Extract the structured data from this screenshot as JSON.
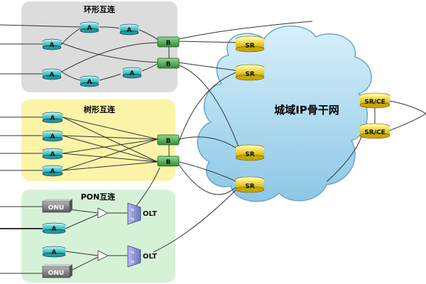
{
  "groups": {
    "ring": {
      "title": "环形互连"
    },
    "tree": {
      "title": "树形互连"
    },
    "pon": {
      "title": "PON互连"
    }
  },
  "cloud": {
    "label": "城域IP骨干网"
  },
  "labels": {
    "access": "A",
    "aggregation": "B",
    "service_router": "SR",
    "edge_router": "SR/CE",
    "onu": "ONU",
    "olt": "OLT"
  },
  "colors": {
    "access_node": "#25b3b3",
    "aggregation_node": "#3fa24a",
    "sr_node": "#e0c21e",
    "onu_box": "#7a7a7a",
    "olt_box": "#7f86c8",
    "ring_panel": "#dcdcdc",
    "tree_panel": "#fbf3a8",
    "pon_panel": "#d6f2d6",
    "cloud": "#a9d8ee"
  },
  "icons": [
    "router-cylinder-icon",
    "optical-splitter-icon",
    "olt-device-icon",
    "cloud-network-icon"
  ]
}
